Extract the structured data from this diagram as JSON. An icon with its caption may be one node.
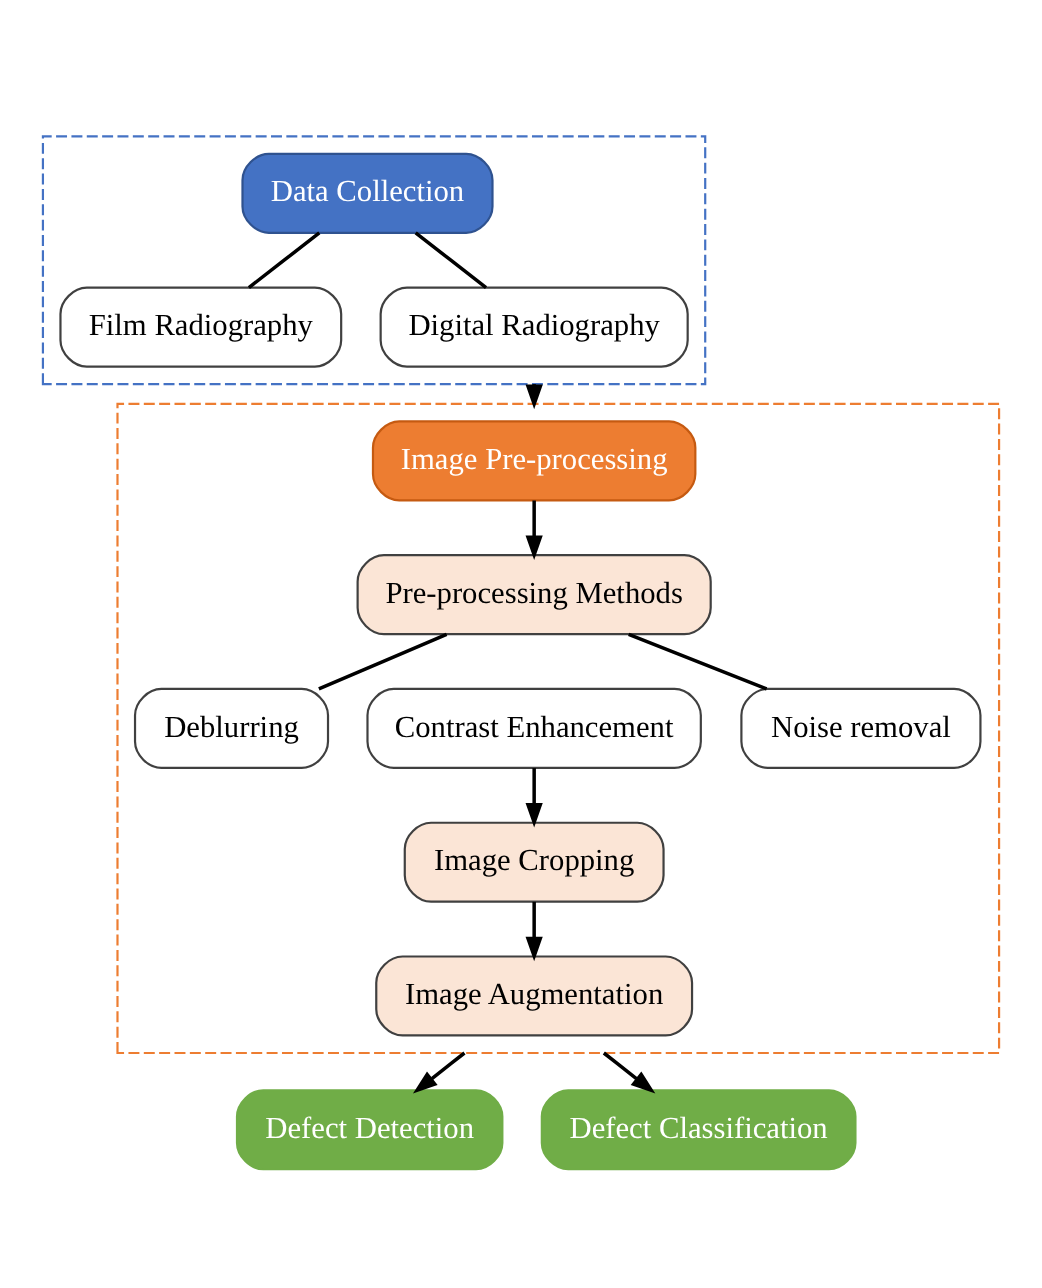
{
  "diagram": {
    "nodes": [
      {
        "text": [],
        "shape": "box"
      },
      {
        "text": [
          "Data Collection"
        ],
        "in": 0
      },
      {
        "text": [
          "Film Radiography"
        ],
        "in": 0
      },
      {
        "text": [
          "Digital Radiography"
        ],
        "in": 0
      },
      {
        "text": [],
        "shape": "box"
      },
      {
        "text": [
          "Image Pre-processing"
        ],
        "in": 4
      },
      {
        "text": [
          "Pre-processing Methods"
        ],
        "in": 4
      },
      {
        "text": [
          "Deblurring"
        ],
        "in": 4
      },
      {
        "text": [
          "Contrast Enhancement"
        ],
        "in": 4
      },
      {
        "text": [
          "Noise removal"
        ],
        "in": 4
      },
      {
        "text": [
          "Image Cropping"
        ],
        "in": 4
      },
      {
        "text": [
          "Image Augmentation"
        ],
        "in": 4
      },
      {
        "text": [
          "Defect Detection"
        ]
      },
      {
        "text": [
          "Defect Classification"
        ]
      }
    ],
    "edges": [
      {
        "from": 1,
        "to": 2,
        "arrow": "none"
      },
      {
        "from": 1,
        "to": 3,
        "arrow": "none"
      },
      {
        "from": 0,
        "to": 4,
        "arrow": "to"
      },
      {
        "from": 5,
        "to": 6,
        "arrow": "to"
      },
      {
        "from": 6,
        "to": 7,
        "arrow": "none"
      },
      {
        "from": 6,
        "to": 9,
        "arrow": "none"
      },
      {
        "from": 8,
        "to": 10,
        "arrow": "to"
      },
      {
        "from": 10,
        "to": 11,
        "arrow": "to"
      },
      {
        "from": 4,
        "to": 12,
        "arrow": "to"
      },
      {
        "from": 4,
        "to": 13,
        "arrow": "to"
      }
    ]
  }
}
